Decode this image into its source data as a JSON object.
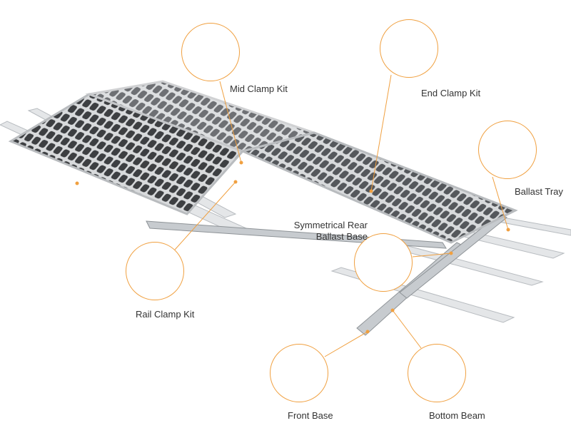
{
  "title": "Solar ballast mounting system components",
  "accent_color": "#f0a040",
  "components": [
    {
      "id": "mid-clamp",
      "label": "Mid Clamp Kit"
    },
    {
      "id": "end-clamp",
      "label": "End Clamp Kit"
    },
    {
      "id": "ballast-tray",
      "label": "Ballast Tray"
    },
    {
      "id": "rear-ballast-base",
      "label_line1": "Symmetrical Rear",
      "label_line2": "Ballast Base"
    },
    {
      "id": "rail-clamp",
      "label": "Rail Clamp Kit"
    },
    {
      "id": "front-base",
      "label": "Front Base"
    },
    {
      "id": "bottom-beam",
      "label": "Bottom Beam"
    }
  ]
}
